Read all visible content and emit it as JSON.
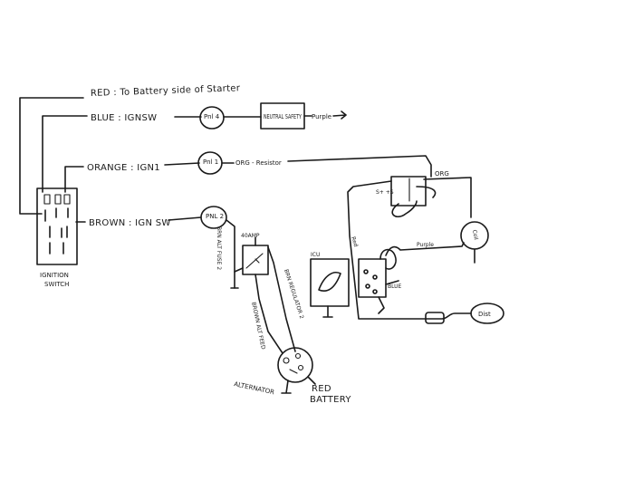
{
  "labels": {
    "red_wire": "RED : To Battery side of Starter",
    "blue_wire": "BLUE : IGNSW",
    "orange_wire": "ORANGE : IGN1",
    "brown_wire": "BROWN : IGN SW",
    "pnl_4": "Pnl 4",
    "pnl_1": "Pnl 1",
    "pnl_2": "PNL 2",
    "neutral_safety": "NEUTRAL SAFETY",
    "purple_out": "Purple",
    "org_resistor": "ORG - Resistor",
    "org": "ORG",
    "purple": "Purple",
    "red": "Red",
    "blue": "BLUE",
    "icu": "ICU",
    "coil": "Coil",
    "dist": "Dist",
    "ignition_switch_1": "IGNITION",
    "ignition_switch_2": "SWITCH",
    "brn_alt_fuse": "BRN ALT FUSE 2",
    "amp_fuse": "40AMP",
    "brn_regulator": "BRN REGULATOR 2",
    "brown_alt_feed": "BROWN ALT FEED",
    "alternator": "ALTERNATOR",
    "red_battery_1": "RED",
    "red_battery_2": "BATTERY",
    "coil_terminals": "S+ +S"
  },
  "colors": {
    "ink": "#1a1a1a",
    "paper": "#ffffff"
  }
}
